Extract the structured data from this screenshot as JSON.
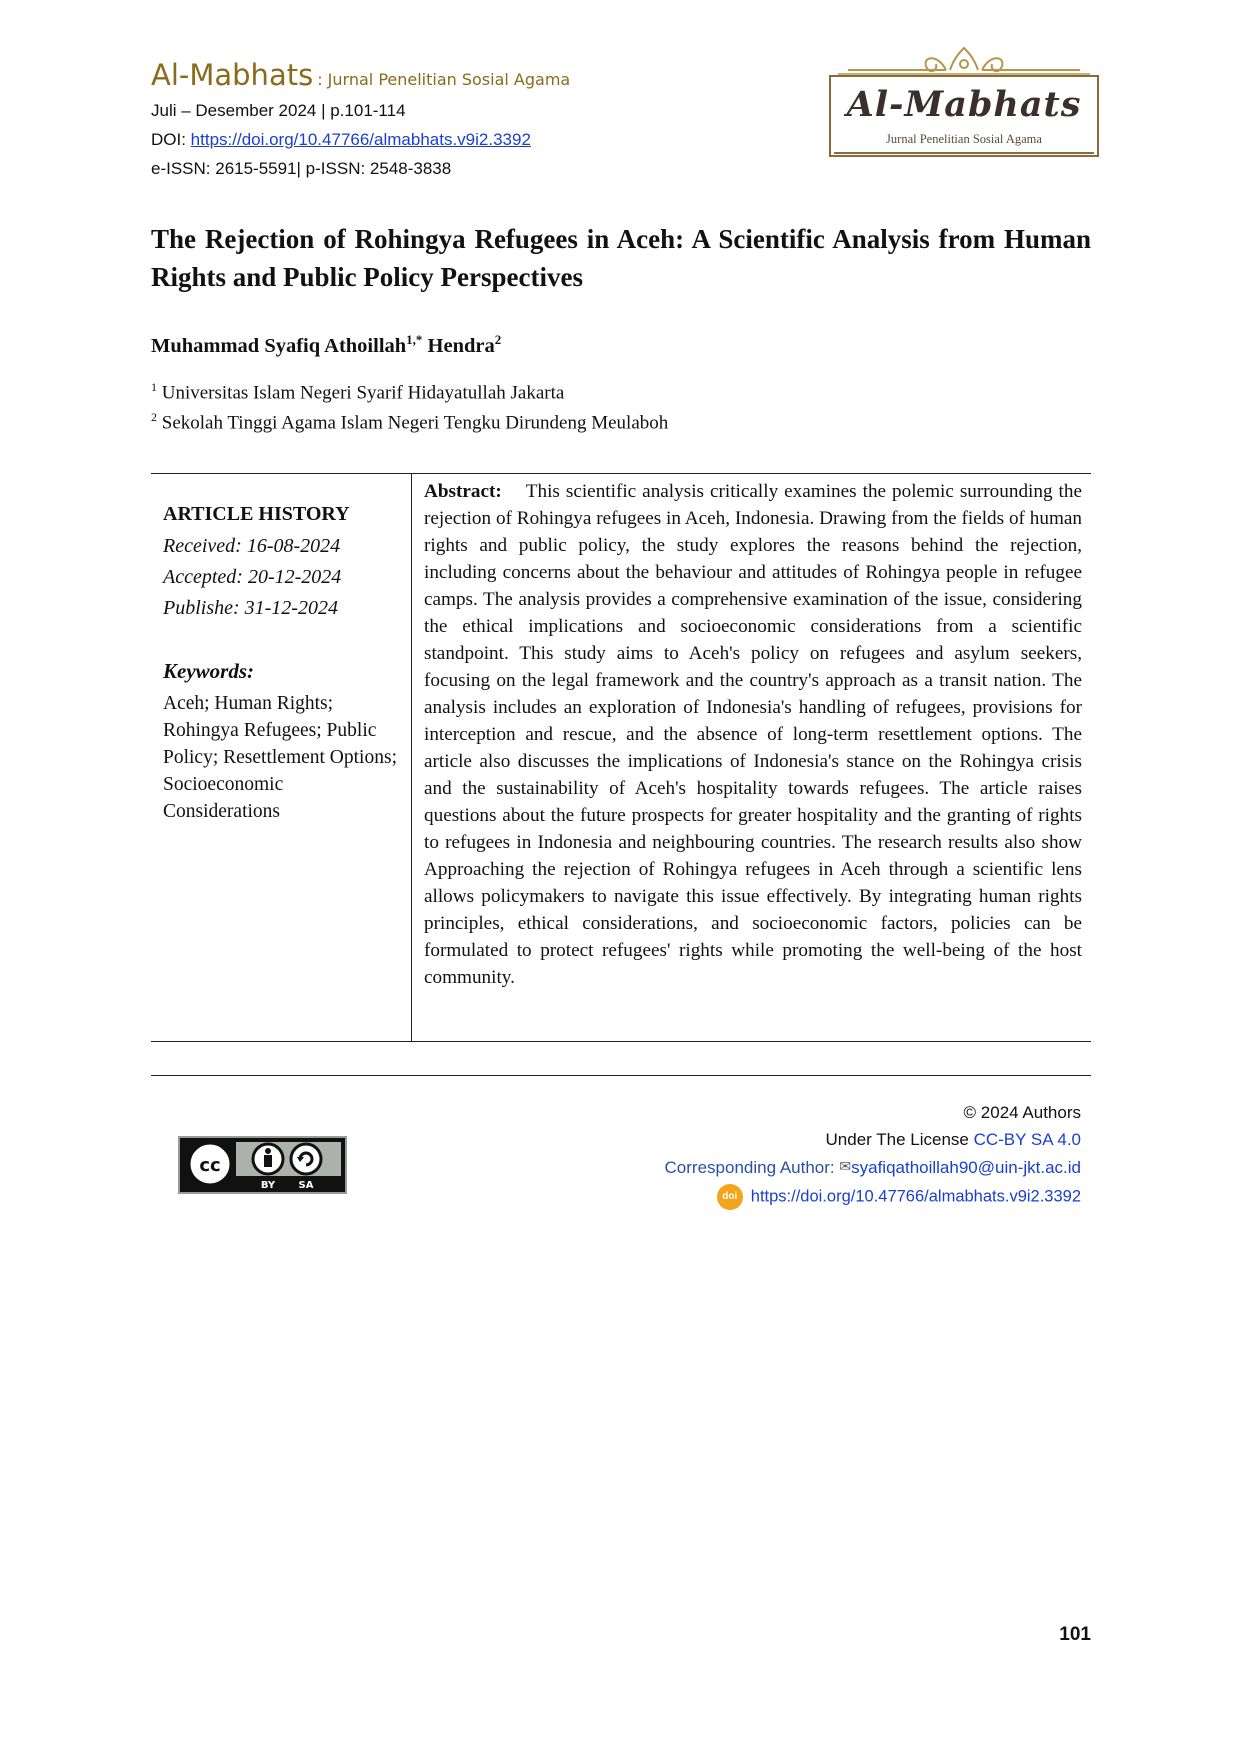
{
  "header": {
    "journal_name": "Al-Mabhats",
    "journal_subtitle": ": Jurnal Penelitian Sosial Agama",
    "issue": "Juli – Desember 2024 | p.101-114",
    "doi_label": "DOI: ",
    "doi_url": "https://doi.org/10.47766/almabhats.v9i2.3392",
    "issn": "e-ISSN: 2615-5591| p-ISSN: 2548-3838"
  },
  "logo": {
    "name": "Al-Mabhats",
    "subtitle": "Jurnal Penelitian Sosial Agama",
    "colors": {
      "ornament": "#b8954a",
      "text": "#3a2f2a",
      "frame": "#8a6a3a"
    }
  },
  "article": {
    "title": "The Rejection of Rohingya Refugees in Aceh: A Scientific Analysis from Human Rights and Public Policy Perspectives",
    "authors": [
      {
        "name": "Muhammad Syafiq Athoillah",
        "sup": "1,*"
      },
      {
        "name": "Hendra",
        "sup": "2"
      }
    ],
    "affiliations": [
      {
        "sup": "1",
        "text": "Universitas Islam Negeri Syarif Hidayatullah Jakarta"
      },
      {
        "sup": "2",
        "text": "Sekolah Tinggi Agama Islam Negeri Tengku Dirundeng Meulaboh"
      }
    ]
  },
  "history": {
    "heading": "ARTICLE HISTORY",
    "received": "Received: 16-08-2024",
    "accepted": "Accepted: 20-12-2024",
    "publish": "Publishe: 31-12-2024"
  },
  "keywords": {
    "heading": "Keywords:",
    "text": "Aceh; Human Rights; Rohingya Refugees; Public Policy; Resettlement Options; Socioeconomic Considerations"
  },
  "abstract": {
    "label": "Abstract:",
    "text": "This scientific analysis critically examines the polemic surrounding the rejection of Rohingya refugees in Aceh, Indonesia. Drawing from the fields of human rights and public policy, the study explores the reasons behind the rejection, including concerns about the behaviour and attitudes of Rohingya people in refugee camps. The analysis provides a comprehensive examination of the issue, considering the ethical implications and socioeconomic considerations from a scientific standpoint. This study aims to Aceh's policy on refugees and asylum seekers, focusing on the legal framework and the country's approach as a transit nation. The analysis includes an exploration of Indonesia's handling of refugees, provisions for interception and rescue, and the absence of long-term resettlement options. The article also discusses the implications of Indonesia's stance on the Rohingya crisis and the sustainability of Aceh's hospitality towards refugees. The article raises questions about the future prospects for greater hospitality and the granting of rights to refugees in Indonesia and neighbouring countries. The research results also show Approaching the rejection of Rohingya refugees in Aceh through a scientific lens allows policymakers to navigate this issue effectively. By integrating human rights principles, ethical considerations, and socioeconomic factors, policies can be formulated to protect refugees' rights while promoting the well-being of the host community."
  },
  "footer": {
    "copyright": "© 2024 Authors",
    "license_prefix": "Under The License ",
    "license_link": "CC-BY SA 4.0",
    "corresponding_label": "Corresponding Author:",
    "mail_icon": "envelope-icon",
    "corresponding_email": "syafiqathoillah90@uin-jkt.ac.id",
    "doi_badge": "doi",
    "doi_url": "https://doi.org/10.47766/almabhats.v9i2.3392",
    "cc_badge": {
      "cc": "cc",
      "by": "BY",
      "sa": "SA"
    }
  },
  "page_number": "101"
}
